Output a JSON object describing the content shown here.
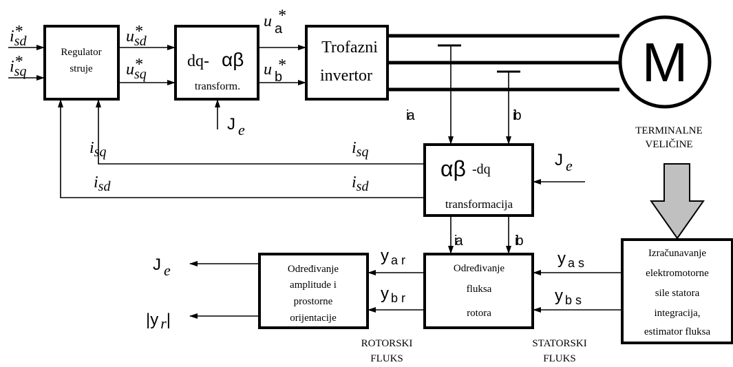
{
  "blocks": {
    "regulator": [
      "Regulator",
      "struje"
    ],
    "dq_ab": {
      "prefix": "dq-",
      "greek": "αβ",
      "sub": "transform."
    },
    "inverter": [
      "Trofazni",
      "invertor"
    ],
    "motor": "M",
    "ab_dq": {
      "greek": "αβ",
      "suffix": "-dq",
      "sub": "transformacija"
    },
    "flux_rotor": [
      "Određivanje",
      "fluksa",
      "rotora"
    ],
    "amplitude": [
      "Određivanje",
      "amplitude i",
      "prostorne",
      "orijentacije"
    ],
    "emf": [
      "Izračunavanje",
      "elektromotorne",
      "sile statora",
      "integracija,",
      "estimator fluksa"
    ]
  },
  "signals": {
    "isd_ref": "i",
    "isd_ref_sup": "*",
    "isd_ref_sub": "sd",
    "isq_ref": "i",
    "isq_ref_sup": "*",
    "isq_ref_sub": "sq",
    "usd_ref": "u",
    "usd_ref_sup": "*",
    "usd_ref_sub": "sd",
    "usq_ref": "u",
    "usq_ref_sup": "*",
    "usq_ref_sub": "sq",
    "ua_ref": "u",
    "ua_ref_sup": "*",
    "ua_ref_sub": "a",
    "ub_ref": "u",
    "ub_ref_sup": "*",
    "ub_ref_sub": "b",
    "theta": "J",
    "theta_sub": "e",
    "ia": "i",
    "ia_sub": "a",
    "ib": "i",
    "ib_sub": "b",
    "isq": "i",
    "isq_sub": "sq",
    "isd": "i",
    "isd_sub": "sd",
    "psi_ar": "y",
    "psi_ar_sub": "a r",
    "psi_br": "y",
    "psi_br_sub": "b r",
    "psi_as": "y",
    "psi_as_sub": "a s",
    "psi_bs": "y",
    "psi_bs_sub": "b s",
    "theta_out": "J",
    "theta_out_sub": "e",
    "psi_mag": "|y",
    "psi_mag_sub": "r",
    "psi_mag_end": "|"
  },
  "captions": {
    "terminal": [
      "TERMINALNE",
      "VELIČINE"
    ],
    "rotor_flux": [
      "ROTORSKI",
      "FLUKS"
    ],
    "stator_flux": [
      "STATORSKI",
      "FLUKS"
    ]
  }
}
